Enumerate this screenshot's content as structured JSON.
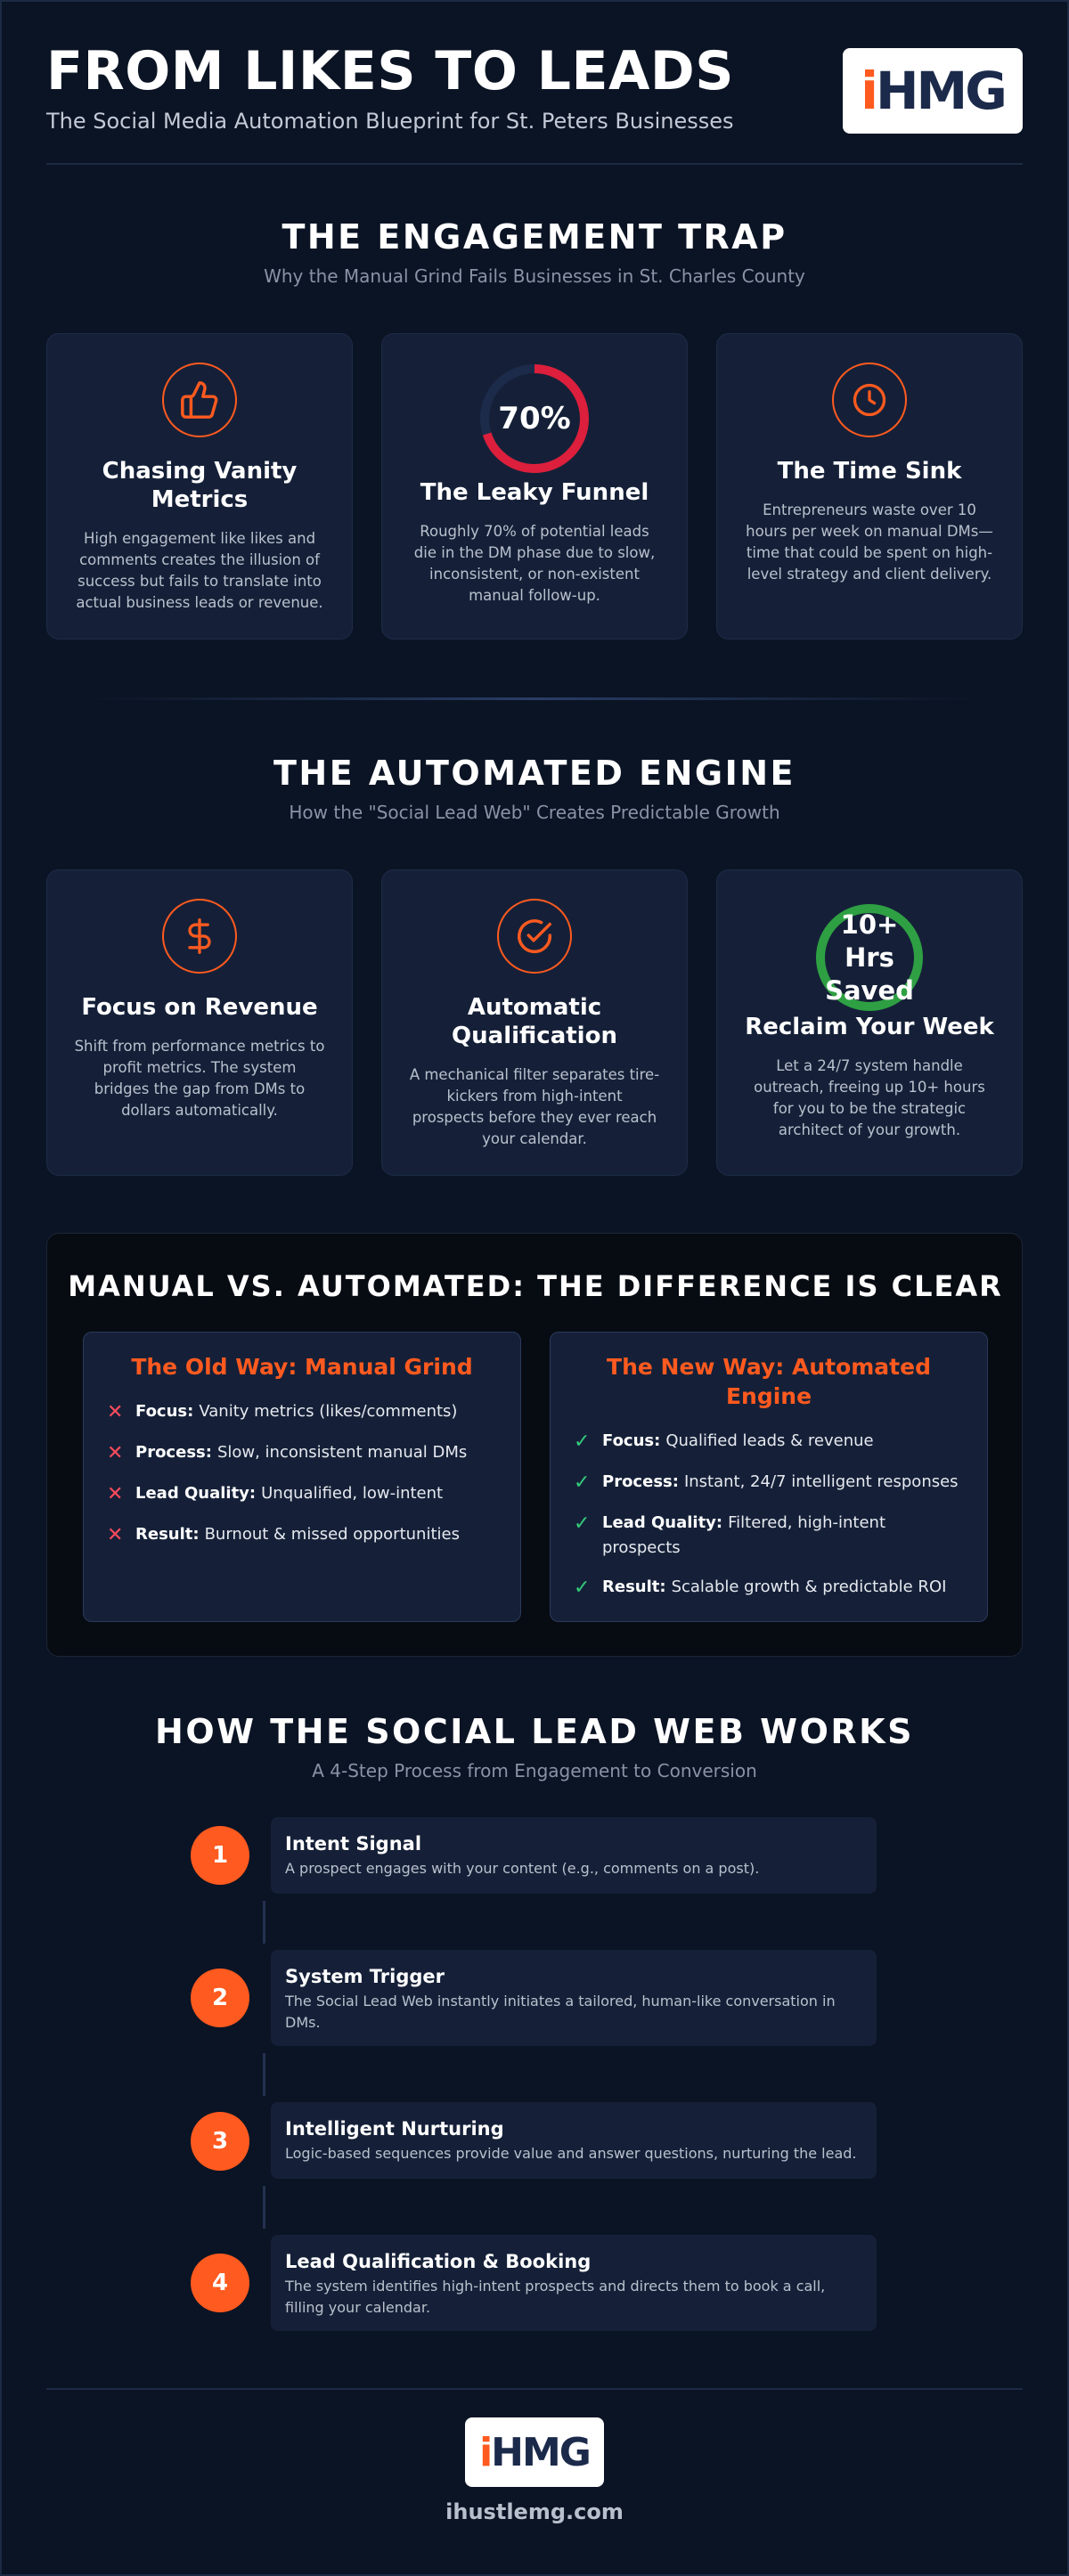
{
  "header": {
    "title": "FROM LIKES TO LEADS",
    "subtitle": "The Social Media Automation Blueprint for St. Peters Businesses",
    "logo_i": "i",
    "logo_rest": "HMG"
  },
  "trap": {
    "title": "THE ENGAGEMENT TRAP",
    "subtitle": "Why the Manual Grind Fails Businesses in St. Charles County",
    "cards": [
      {
        "icon": "thumbs-up-icon",
        "title": "Chasing Vanity Metrics",
        "text": "High engagement like likes and comments creates the illusion of success but fails to translate into actual business leads or revenue."
      },
      {
        "icon": "progress-ring",
        "ring_value": "70%",
        "ring_fraction": 0.7,
        "title": "The Leaky Funnel",
        "text": "Roughly 70% of potential leads die in the DM phase due to slow, inconsistent, or non-existent manual follow-up."
      },
      {
        "icon": "clock-icon",
        "title": "The Time Sink",
        "text": "Entrepreneurs waste over 10 hours per week on manual DMs—time that could be spent on high-level strategy and client delivery."
      }
    ]
  },
  "engine": {
    "title": "THE AUTOMATED ENGINE",
    "subtitle": "How the \"Social Lead Web\" Creates Predictable Growth",
    "cards": [
      {
        "icon": "dollar-icon",
        "title": "Focus on Revenue",
        "text": "Shift from performance metrics to profit metrics. The system bridges the gap from DMs to dollars automatically."
      },
      {
        "icon": "check-circle-icon",
        "title": "Automatic Qualification",
        "text": "A mechanical filter separates tire-kickers from high-intent prospects before they ever reach your calendar."
      },
      {
        "icon": "hours-ring",
        "ring_value": "10+ Hrs Saved",
        "title": "Reclaim Your Week",
        "text": "Let a 24/7 system handle outreach, freeing up 10+ hours for you to be the strategic architect of your growth."
      }
    ]
  },
  "comparison": {
    "title": "MANUAL VS. AUTOMATED: THE DIFFERENCE IS CLEAR",
    "old": {
      "title": "The Old Way: Manual Grind",
      "items": [
        {
          "label": "Focus:",
          "text": "Vanity metrics (likes/comments)"
        },
        {
          "label": "Process:",
          "text": "Slow, inconsistent manual DMs"
        },
        {
          "label": "Lead Quality:",
          "text": "Unqualified, low-intent"
        },
        {
          "label": "Result:",
          "text": "Burnout & missed opportunities"
        }
      ]
    },
    "new": {
      "title": "The New Way: Automated Engine",
      "items": [
        {
          "label": "Focus:",
          "text": "Qualified leads & revenue"
        },
        {
          "label": "Process:",
          "text": "Instant, 24/7 intelligent responses"
        },
        {
          "label": "Lead Quality:",
          "text": "Filtered, high-intent prospects"
        },
        {
          "label": "Result:",
          "text": "Scalable growth & predictable ROI"
        }
      ]
    }
  },
  "process": {
    "title": "HOW THE SOCIAL LEAD WEB WORKS",
    "subtitle": "A 4-Step Process from Engagement to Conversion",
    "steps": [
      {
        "num": "1",
        "title": "Intent Signal",
        "text": "A prospect engages with your content (e.g., comments on a post)."
      },
      {
        "num": "2",
        "title": "System Trigger",
        "text": "The Social Lead Web instantly initiates a tailored, human-like conversation in DMs."
      },
      {
        "num": "3",
        "title": "Intelligent Nurturing",
        "text": "Logic-based sequences provide value and answer questions, nurturing the lead."
      },
      {
        "num": "4",
        "title": "Lead Qualification & Booking",
        "text": "The system identifies high-intent prospects and directs them to book a call, filling your calendar."
      }
    ]
  },
  "footer": {
    "logo_i": "i",
    "logo_rest": "HMG",
    "url": "ihustlemg.com"
  },
  "colors": {
    "background": "#0b1424",
    "card": "#152038",
    "accent": "#ff5a1f",
    "danger": "#dc1f3c",
    "success": "#2ea043"
  }
}
